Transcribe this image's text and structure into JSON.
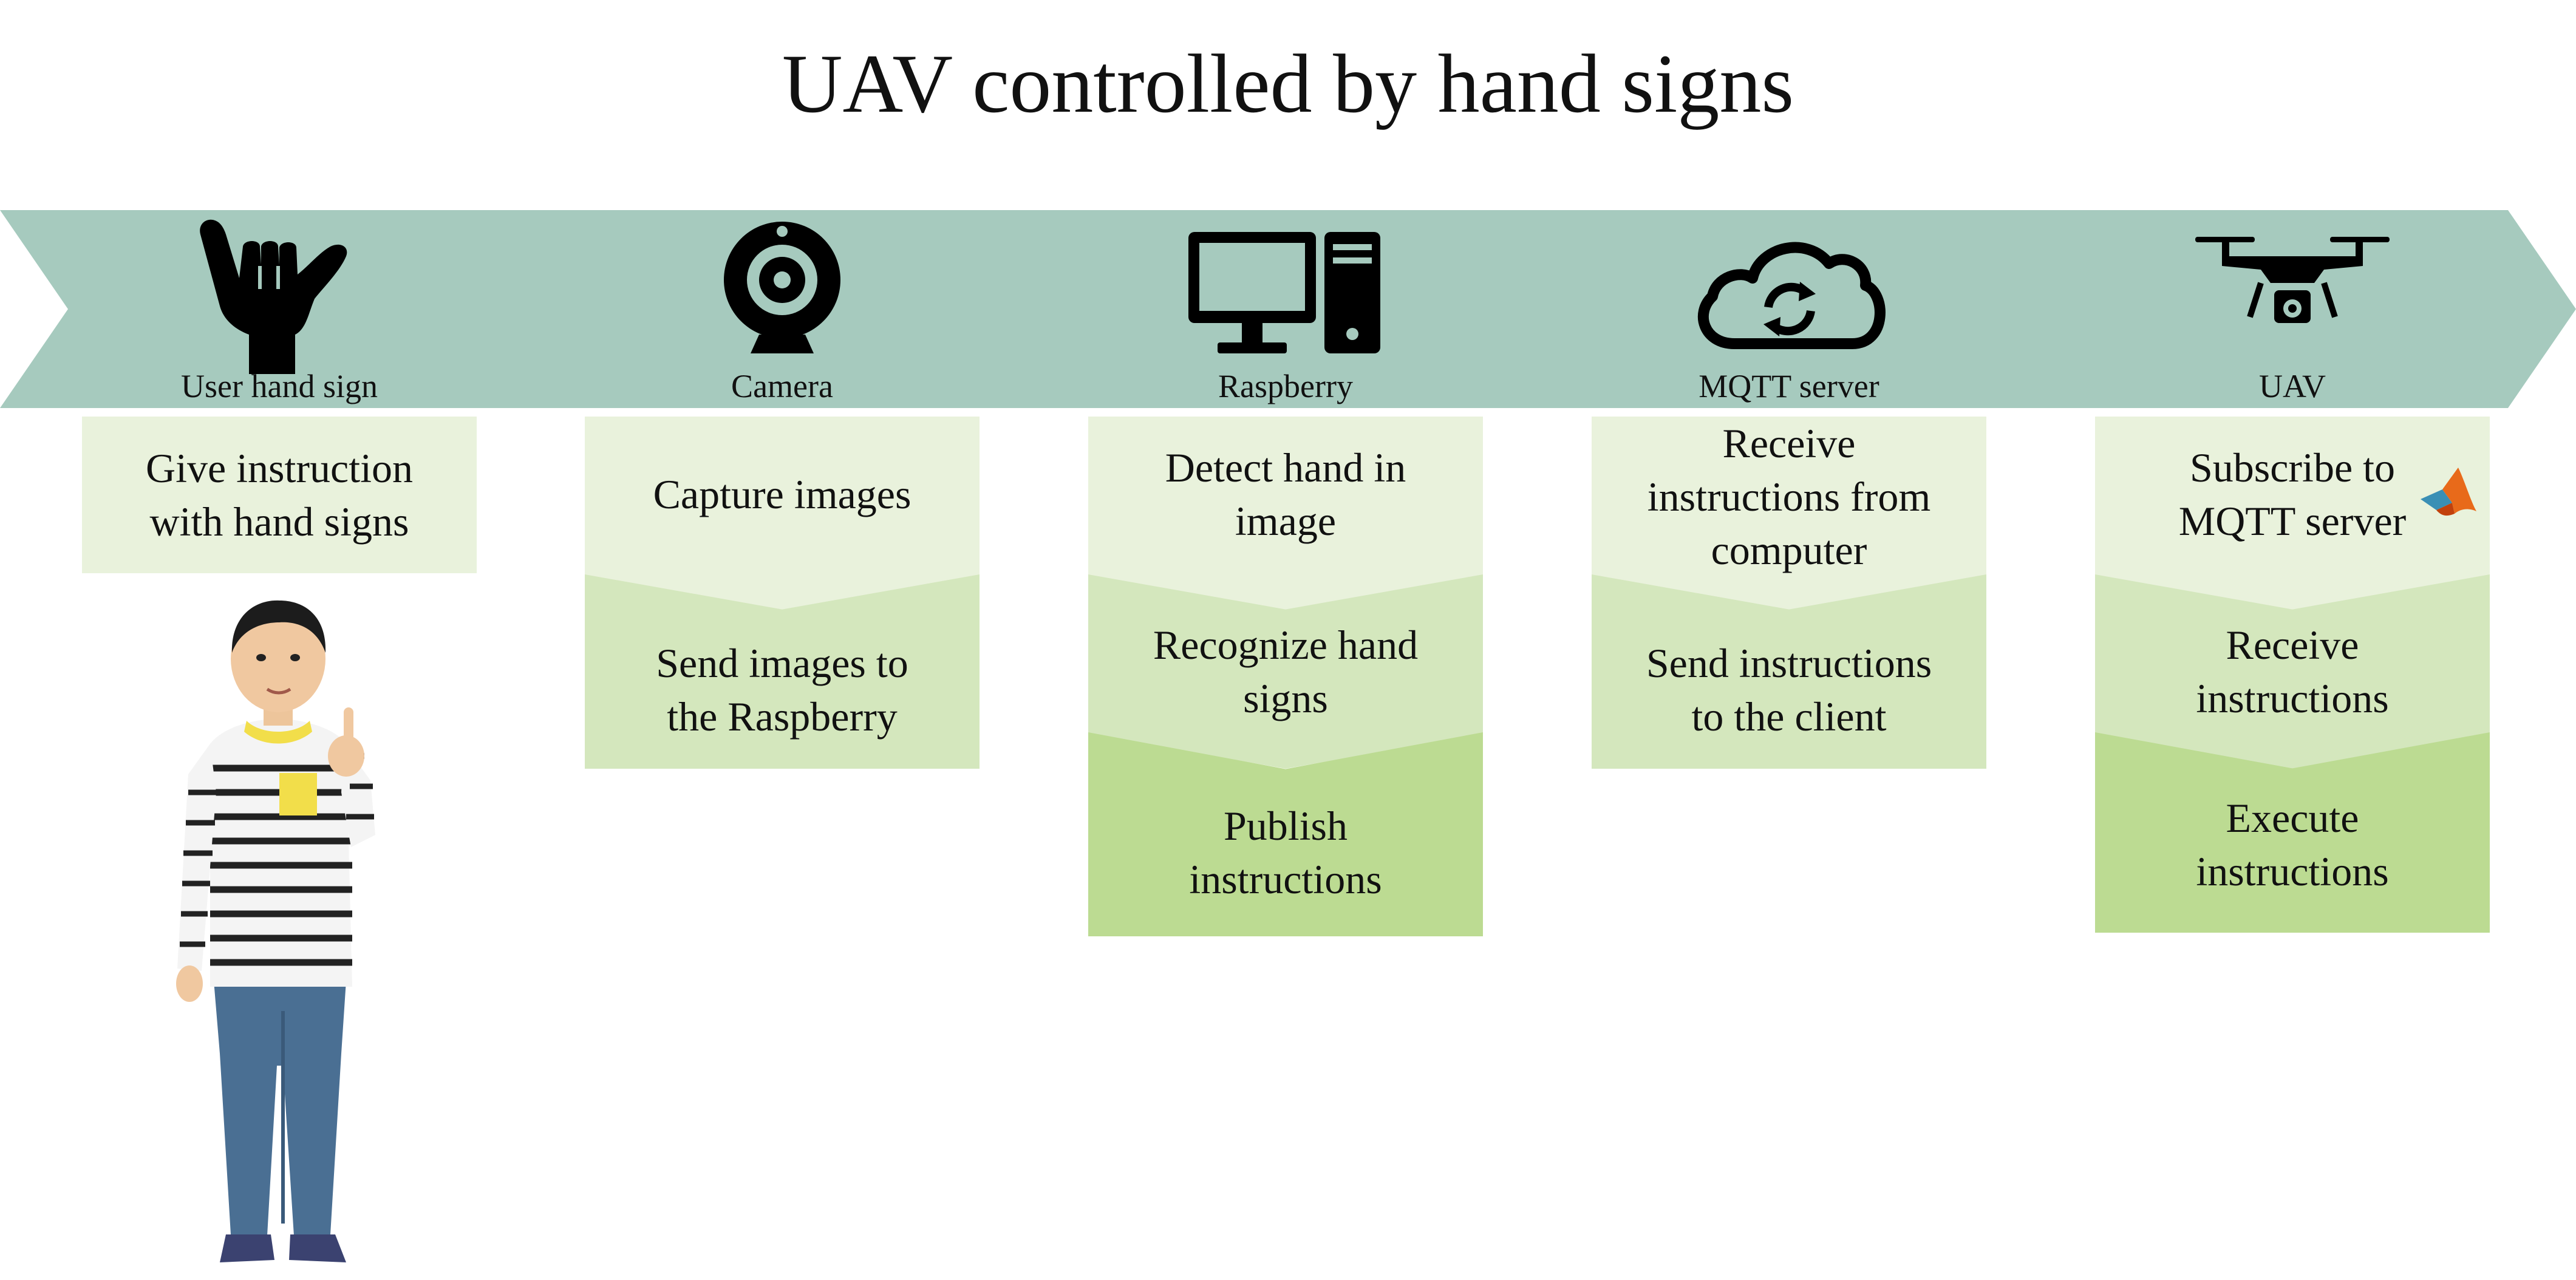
{
  "title": "UAV controlled by hand signs",
  "colors": {
    "banner": "#a6cabe",
    "box_light": "#e9f2dc",
    "box_mid": "#d4e7bd",
    "box_dark": "#bcdb92"
  },
  "stages": [
    {
      "label": "User hand sign",
      "icon": "hand-sign-icon",
      "steps": [
        [
          "Give instruction",
          "with hand signs"
        ]
      ]
    },
    {
      "label": "Camera",
      "icon": "webcam-icon",
      "steps": [
        [
          "Capture images"
        ],
        [
          "Send images to",
          "the Raspberry"
        ]
      ]
    },
    {
      "label": "Raspberry",
      "icon": "desktop-computer-icon",
      "steps": [
        [
          "Detect hand in",
          "image"
        ],
        [
          "Recognize hand",
          "signs"
        ],
        [
          "Publish",
          "instructions"
        ]
      ]
    },
    {
      "label": "MQTT server",
      "icon": "cloud-sync-icon",
      "steps": [
        [
          "Receive",
          "instructions from",
          "computer"
        ],
        [
          "Send instructions",
          "to the client"
        ]
      ]
    },
    {
      "label": "UAV",
      "icon": "drone-icon",
      "steps": [
        [
          "Subscribe to",
          "MQTT server"
        ],
        [
          "Receive",
          "instructions"
        ],
        [
          "Execute",
          "instructions"
        ]
      ]
    }
  ]
}
